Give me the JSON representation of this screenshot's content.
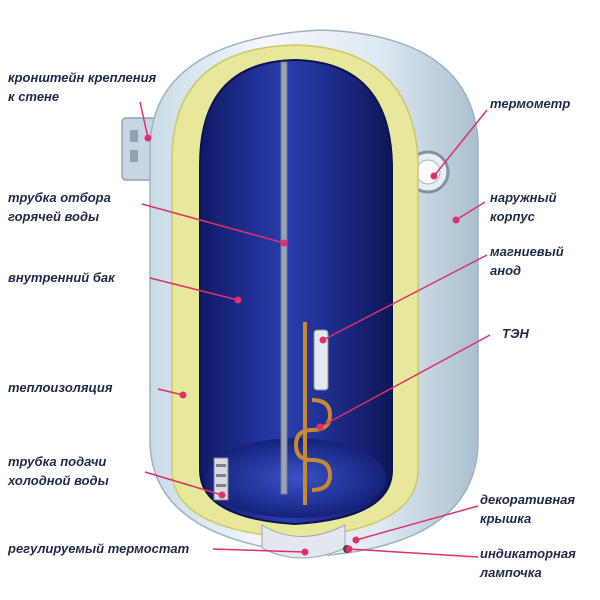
{
  "labels": {
    "bracket": {
      "line1": "кронштейн крепления",
      "line2": "к стене"
    },
    "hot_pipe": {
      "line1": "трубка отбора",
      "line2": "горячей воды"
    },
    "inner_tank": {
      "line1": "внутренний бак"
    },
    "insulation": {
      "line1": "теплоизоляция"
    },
    "cold_pipe": {
      "line1": "трубка подачи",
      "line2": "холодной воды"
    },
    "thermostat": {
      "line1": "регулируемый термостат"
    },
    "thermometer": {
      "line1": "термометр"
    },
    "outer_body": {
      "line1": "наружный",
      "line2": "корпус"
    },
    "anode": {
      "line1": "магниевый",
      "line2": "анод"
    },
    "heater": {
      "line1": "ТЭН"
    },
    "cover": {
      "line1": "декоративная",
      "line2": "крышка"
    },
    "lamp": {
      "line1": "индикаторная",
      "line2": "лампочка"
    }
  },
  "colors": {
    "leader_line": "#e0306a",
    "inner_tank": "#1f2f8f",
    "insulation": "#e8e89a",
    "outer_body": "#d3e3ef",
    "text": "#1e2a4a"
  }
}
